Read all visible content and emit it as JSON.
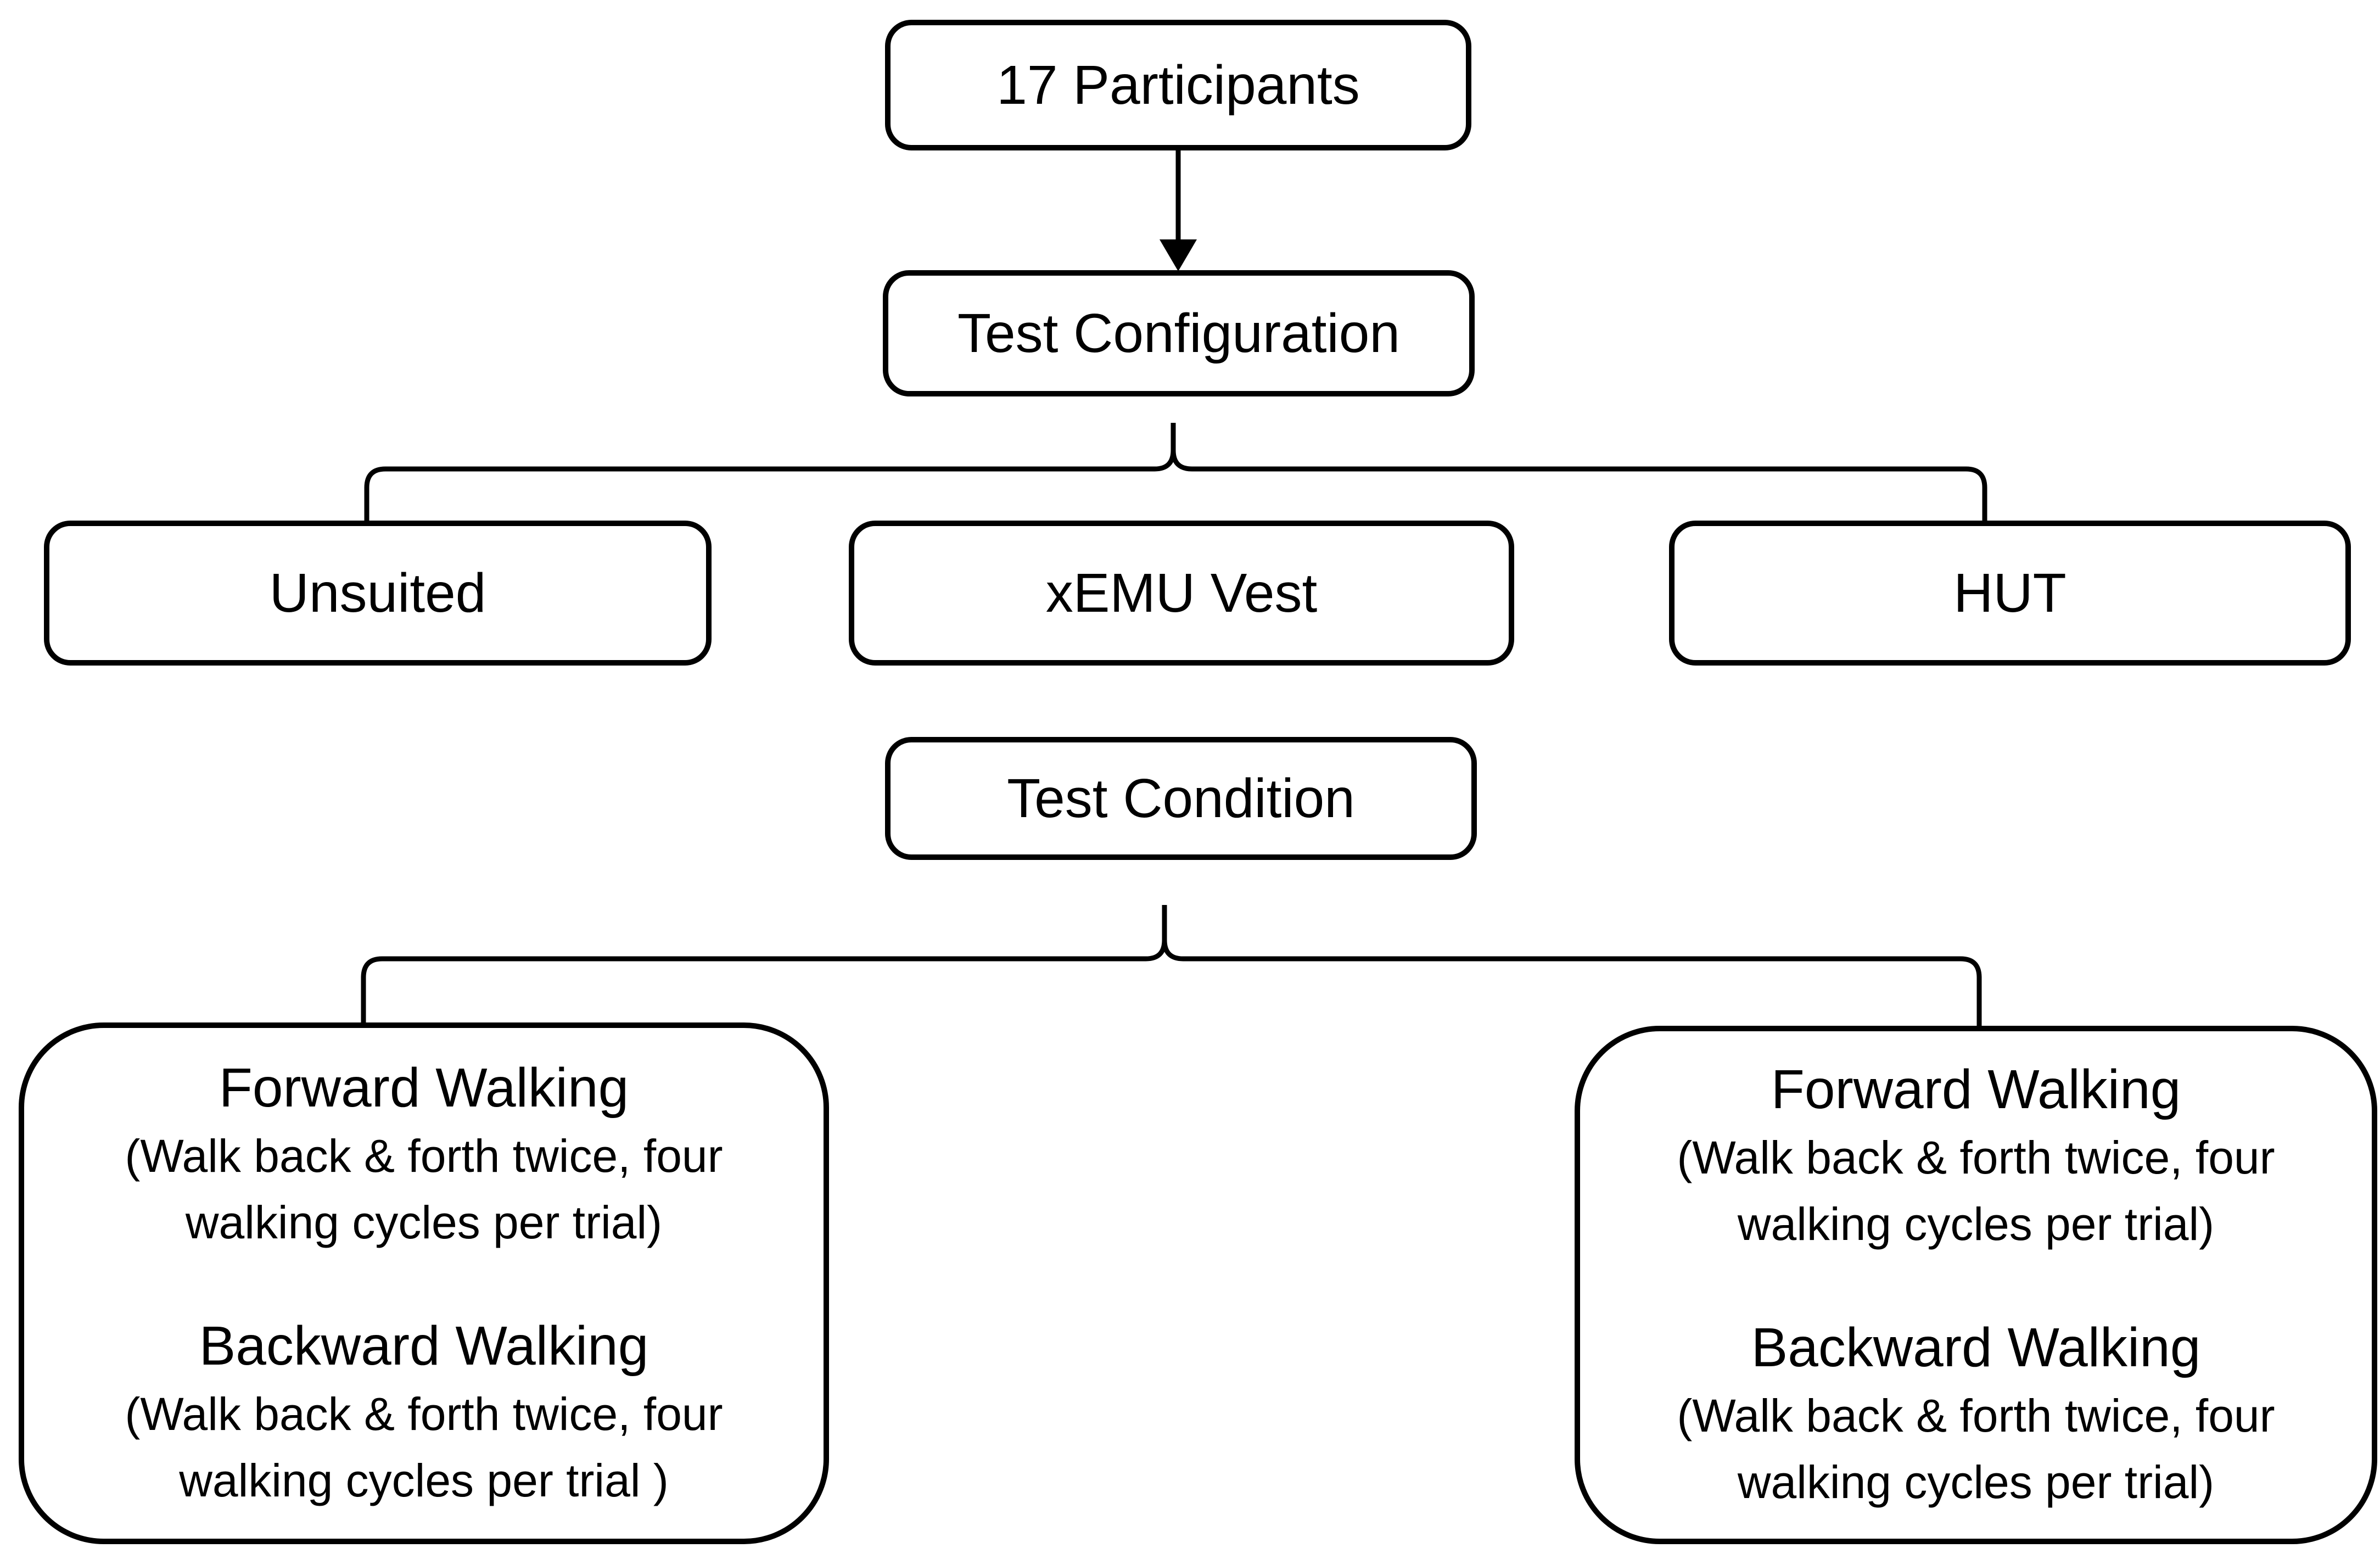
{
  "style": {
    "ink": "#000000",
    "paper": "#ffffff"
  },
  "nodes": {
    "participants": "17 Participants",
    "test_configuration": "Test Configuration",
    "unsuited": "Unsuited",
    "xemu_vest": "xEMU Vest",
    "hut": "HUT",
    "test_condition": "Test Condition",
    "left_condition_box": {
      "forward_title": "Forward Walking",
      "forward_note_line1": "(Walk back & forth twice, four",
      "forward_note_line2": "walking cycles per trial)",
      "backward_title": "Backward Walking",
      "backward_note_line1": "(Walk back & forth twice, four",
      "backward_note_line2": "walking cycles per trial )"
    },
    "right_condition_box": {
      "forward_title": "Forward Walking",
      "forward_note_line1": "(Walk back & forth twice, four",
      "forward_note_line2": "walking cycles per trial)",
      "backward_title": "Backward Walking",
      "backward_note_line1": "(Walk back & forth twice, four",
      "backward_note_line2": "walking cycles per trial)"
    }
  }
}
